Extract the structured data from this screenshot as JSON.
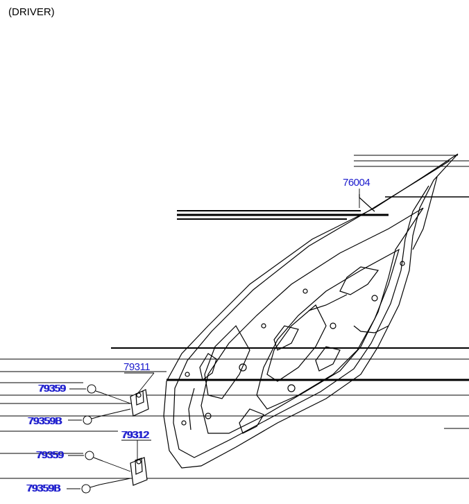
{
  "diagram": {
    "caption": "(DRIVER)",
    "part_labels": {
      "door_panel": "76004",
      "upper_hinge": "79311",
      "upper_hinge_bolt": "79359",
      "upper_hinge_bolt_b": "79359B",
      "lower_hinge": "79312",
      "lower_hinge_bolt": "79359",
      "lower_hinge_bolt_b": "79359B"
    },
    "colors": {
      "label": "#1a1acc",
      "line": "#000000"
    }
  }
}
